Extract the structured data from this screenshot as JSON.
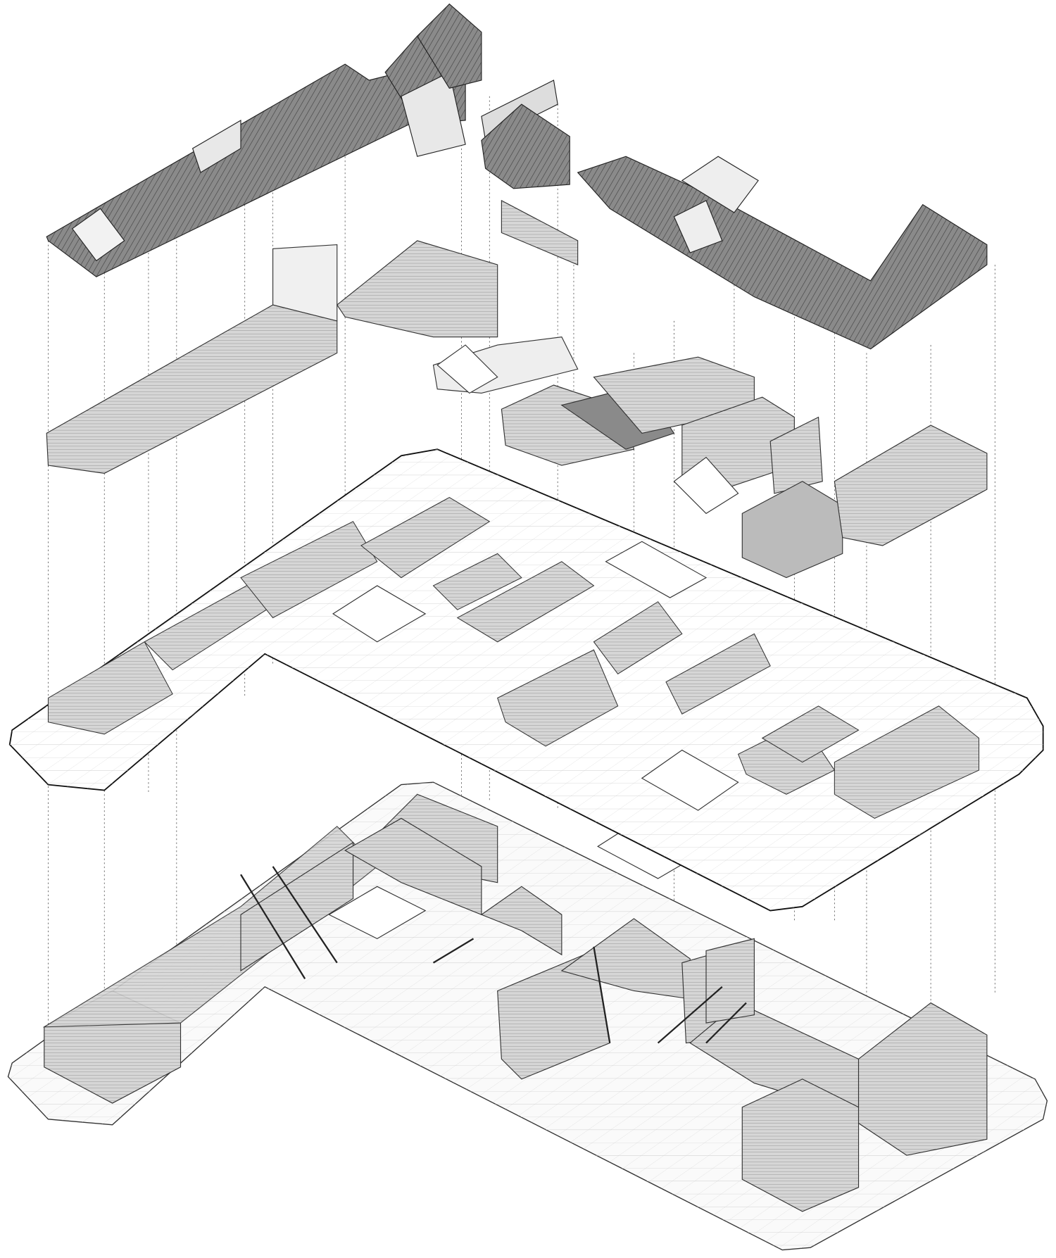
{
  "diagram": {
    "type": "exploded-axonometric",
    "layers": [
      "roof",
      "upper-floor",
      "ground-floor-plate",
      "assembled-building"
    ],
    "colors": {
      "line": "#222222",
      "roof_fill": "#7d7d7d",
      "roof_light": "#e6e6e6",
      "wall_fill": "#cfcfcf",
      "plate_fill": "#ffffff",
      "grid": "#cccccc",
      "guide": "#555555"
    }
  }
}
